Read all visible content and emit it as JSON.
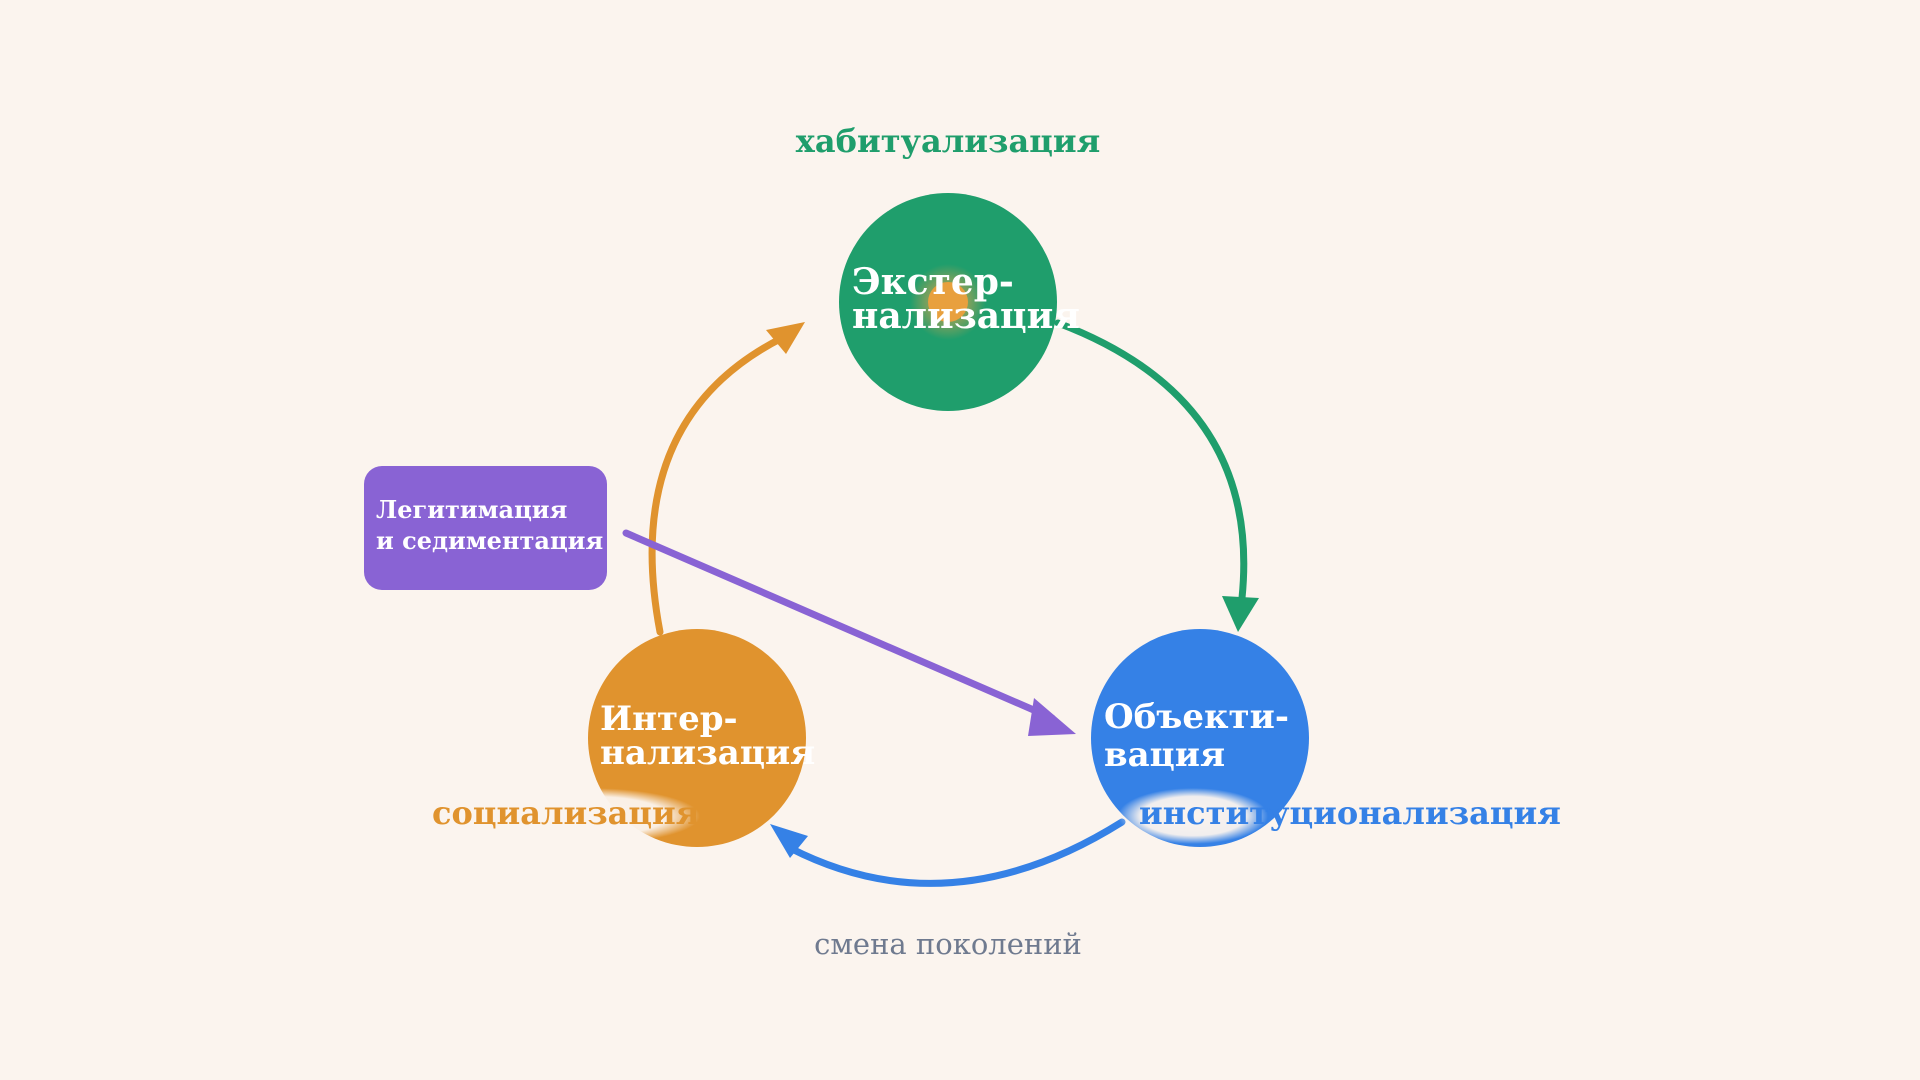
{
  "colors": {
    "background": "#fbf4ee",
    "externalization": "#1f9e6c",
    "objectivation": "#3581e6",
    "internalization": "#e0932e",
    "legitimation": "#8963d4",
    "muted": "#6f7a8f"
  },
  "nodes": {
    "externalization": {
      "line1": "Экстер-",
      "line2": "нализация"
    },
    "objectivation": {
      "line1": "Объекти-",
      "line2": "вация"
    },
    "internalization": {
      "line1": "Интер-",
      "line2": "нализация"
    }
  },
  "labels": {
    "habitualization": "хабитуализация",
    "institutionalization": "институционализация",
    "socialization": "социализация",
    "generations": "смена поколений"
  },
  "legitimation_box": {
    "line1": "Легитимация",
    "line2": "и седиментация"
  }
}
